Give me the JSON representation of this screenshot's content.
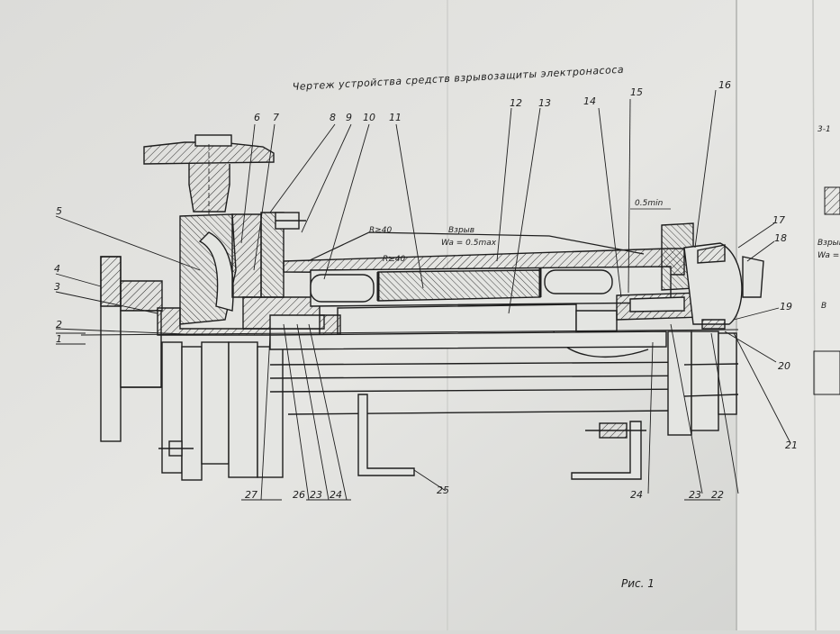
{
  "drawing": {
    "title": "Чертеж устройства средств взрывозащиты электронасоса",
    "caption": "Рис. 1"
  },
  "notes": {
    "radius_top": "R≥40",
    "radius_bottom": "R≥40",
    "blast_label": "Взрыв",
    "wa_label": "Wa = 0.5max",
    "gap_label": "0.5min"
  },
  "callouts": [
    {
      "id": "c1",
      "label": "1"
    },
    {
      "id": "c2",
      "label": "2"
    },
    {
      "id": "c3",
      "label": "3"
    },
    {
      "id": "c4",
      "label": "4"
    },
    {
      "id": "c5",
      "label": "5"
    },
    {
      "id": "c6",
      "label": "6"
    },
    {
      "id": "c7",
      "label": "7"
    },
    {
      "id": "c8",
      "label": "8"
    },
    {
      "id": "c9",
      "label": "9"
    },
    {
      "id": "c10",
      "label": "10"
    },
    {
      "id": "c11",
      "label": "11"
    },
    {
      "id": "c12",
      "label": "12"
    },
    {
      "id": "c13",
      "label": "13"
    },
    {
      "id": "c14",
      "label": "14"
    },
    {
      "id": "c15",
      "label": "15"
    },
    {
      "id": "c16",
      "label": "16"
    },
    {
      "id": "c17",
      "label": "17"
    },
    {
      "id": "c18",
      "label": "18"
    },
    {
      "id": "c19",
      "label": "19"
    },
    {
      "id": "c20",
      "label": "20"
    },
    {
      "id": "c21",
      "label": "21"
    },
    {
      "id": "c22",
      "label": "22"
    },
    {
      "id": "c23a",
      "label": "23"
    },
    {
      "id": "c23b",
      "label": "23"
    },
    {
      "id": "c24a",
      "label": "24"
    },
    {
      "id": "c24b",
      "label": "24"
    },
    {
      "id": "c25",
      "label": "25"
    },
    {
      "id": "c26",
      "label": "26"
    },
    {
      "id": "c27",
      "label": "27"
    }
  ],
  "side_sheet": {
    "label_a": "3-1",
    "label_b": "Взрыв",
    "label_c": "Wa = ",
    "label_d": "В"
  },
  "colors": {
    "paper": "#e4e5e2",
    "ink": "#1e1e1e",
    "shadow": "#c9cac7"
  }
}
